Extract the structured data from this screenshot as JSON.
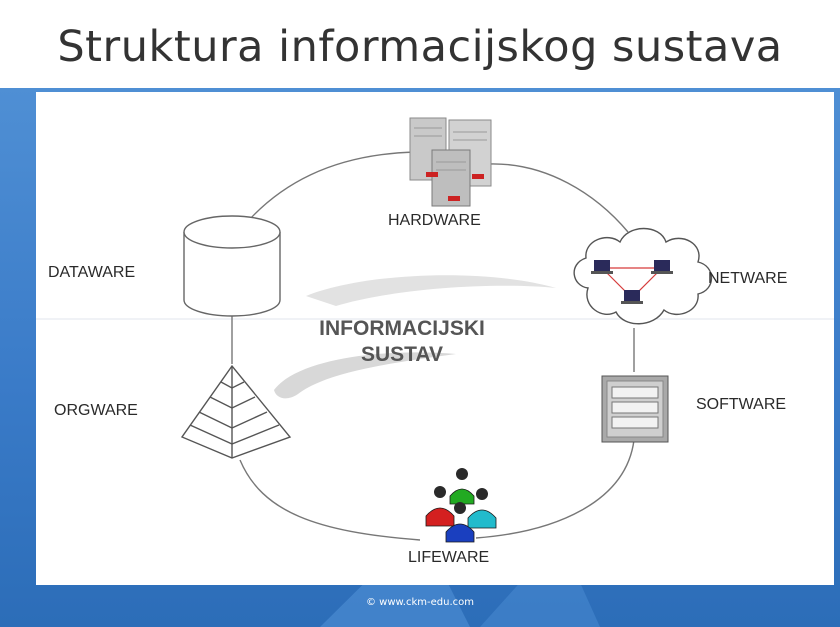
{
  "slide": {
    "title": "Struktura informacijskog sustava",
    "footer": "© www.ckm-edu.com"
  },
  "diagram": {
    "center_line1": "INFORMACIJSKI",
    "center_line2": "SUSTAV",
    "nodes": {
      "hardware": "HARDWARE",
      "netware": "NETWARE",
      "software": "SOFTWARE",
      "lifeware": "LIFEWARE",
      "orgware": "ORGWARE",
      "dataware": "DATAWARE"
    },
    "icons": {
      "hardware": "server-icon",
      "netware": "network-cloud-icon",
      "software": "software-window-icon",
      "lifeware": "people-group-icon",
      "orgware": "pyramid-icon",
      "dataware": "database-cylinder-icon"
    },
    "colors": {
      "band": "#3a7bc8",
      "server_gray": "#c7c7c7",
      "server_red": "#cc2222",
      "person_green": "#22aa22",
      "person_red": "#d42020",
      "person_cyan": "#22bbcc",
      "person_blue": "#1a3fbf",
      "swirl_gray": "#dddddd"
    }
  }
}
